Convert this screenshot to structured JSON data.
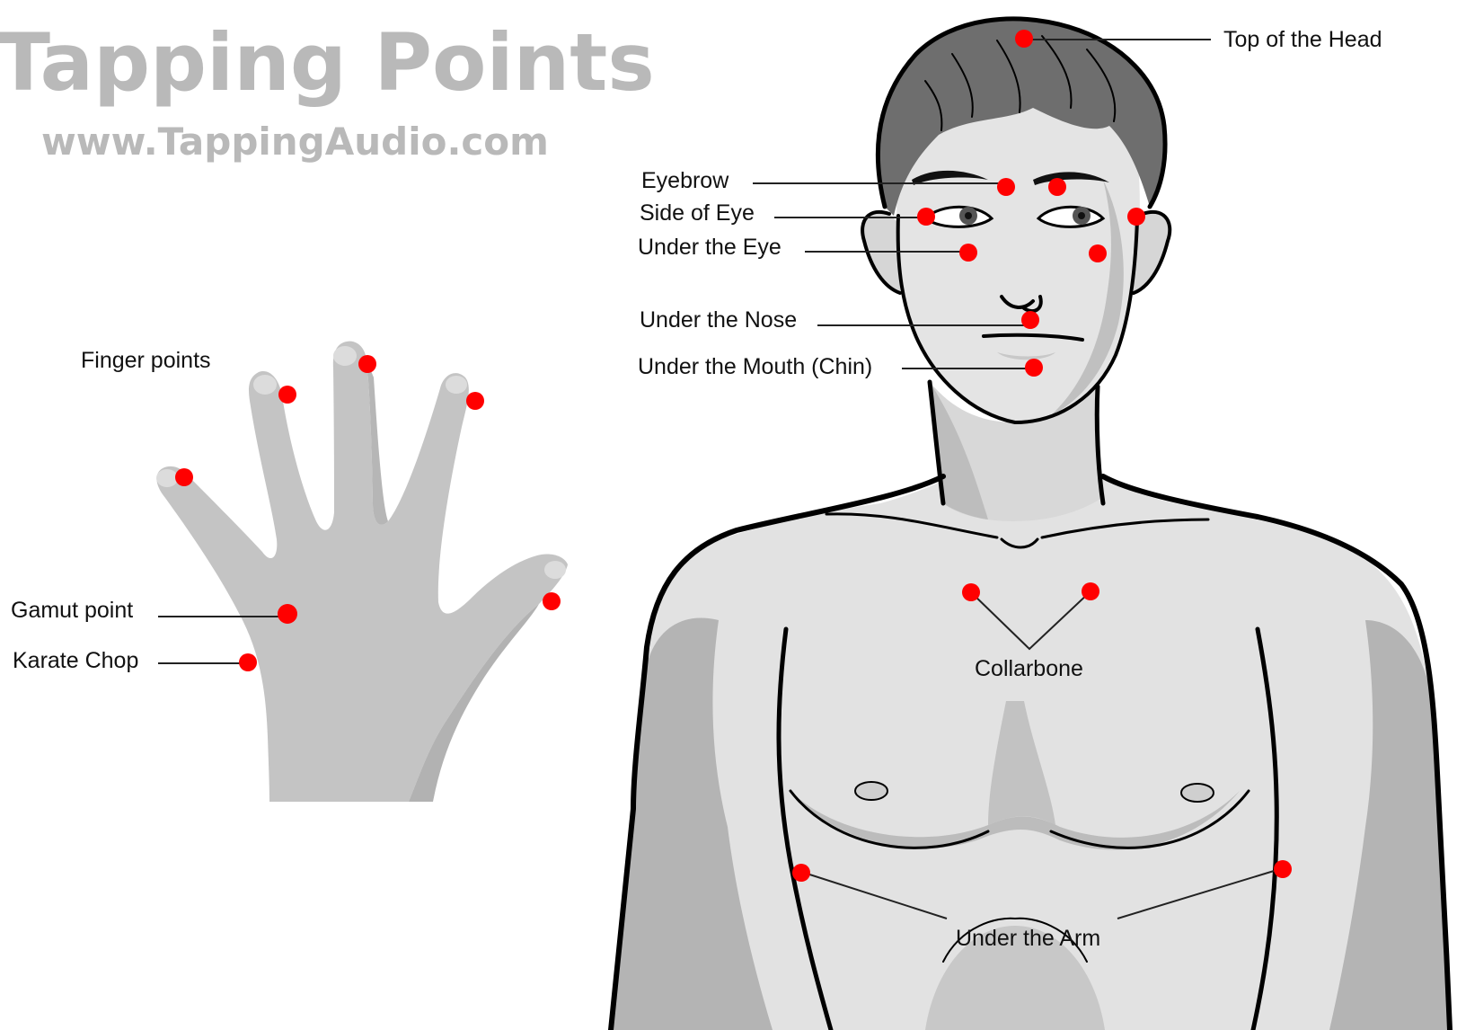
{
  "title": "Tapping Points",
  "website": "www.TappingAudio.com",
  "colors": {
    "title_gray": "#b9b9b9",
    "point_red": "#ff0000",
    "hand_gray": "#c4c4c4",
    "skin_light": "#e2e2e2",
    "skin_shadow": "#b4b4b4",
    "hair": "#6e6e6e",
    "outline": "#000000"
  },
  "labels": {
    "top_of_head": "Top of the Head",
    "eyebrow": "Eyebrow",
    "side_of_eye": "Side of Eye",
    "under_eye": "Under the Eye",
    "under_nose": "Under the Nose",
    "under_mouth": "Under the Mouth (Chin)",
    "collarbone": "Collarbone",
    "under_arm": "Under the Arm",
    "finger_points": "Finger points",
    "gamut_point": "Gamut point",
    "karate_chop": "Karate Chop"
  },
  "icons": {
    "tapping_point": "red-dot",
    "hand": "open-hand-illustration",
    "body": "male-torso-illustration"
  }
}
